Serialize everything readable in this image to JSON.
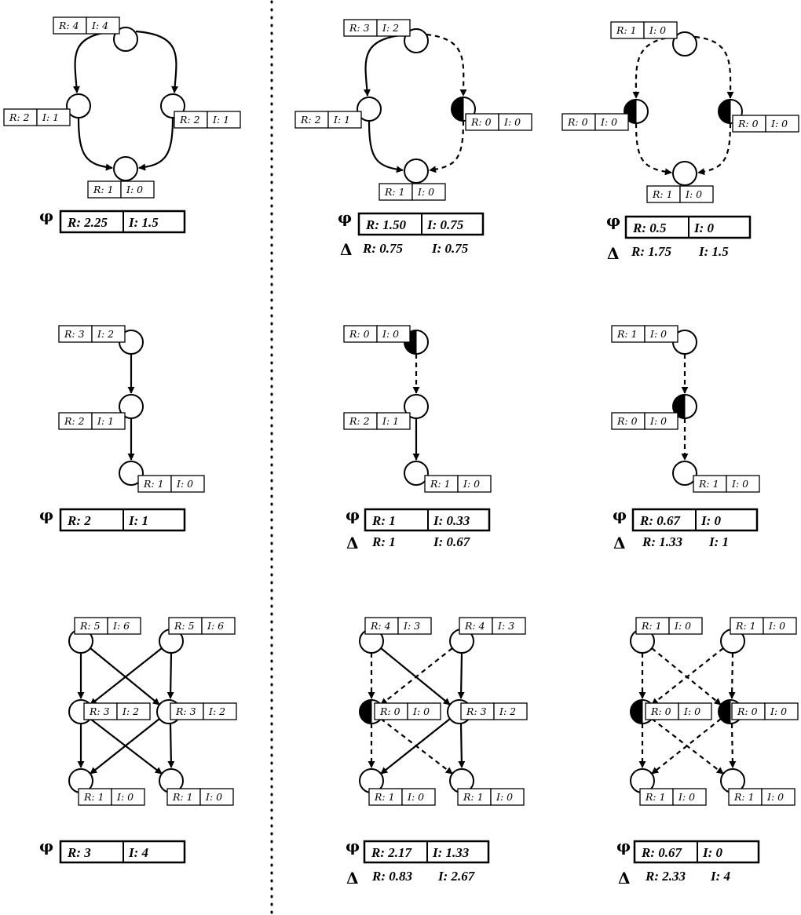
{
  "symbols": {
    "phi": "φ",
    "delta": "Δ"
  },
  "colors": {
    "ink": "#000000",
    "paper": "#ffffff"
  },
  "panels": [
    {
      "id": "cycle-original",
      "nodes": [
        {
          "r": "R: 4",
          "i": "I: 4",
          "failed": false
        },
        {
          "r": "R: 2",
          "i": "I: 1",
          "failed": false
        },
        {
          "r": "R: 2",
          "i": "I: 1",
          "failed": false
        },
        {
          "r": "R: 1",
          "i": "I: 0",
          "failed": false
        }
      ],
      "phi": {
        "r": "R: 2.25",
        "i": "I: 1.5"
      },
      "delta": null
    },
    {
      "id": "cycle-one-failed",
      "nodes": [
        {
          "r": "R: 3",
          "i": "I: 2",
          "failed": false
        },
        {
          "r": "R: 2",
          "i": "I: 1",
          "failed": false
        },
        {
          "r": "R: 0",
          "i": "I: 0",
          "failed": true
        },
        {
          "r": "R: 1",
          "i": "I: 0",
          "failed": false
        }
      ],
      "phi": {
        "r": "R: 1.50",
        "i": "I: 0.75"
      },
      "delta": {
        "r": "R: 0.75",
        "i": "I: 0.75"
      }
    },
    {
      "id": "cycle-two-failed",
      "nodes": [
        {
          "r": "R: 1",
          "i": "I: 0",
          "failed": false
        },
        {
          "r": "R: 0",
          "i": "I: 0",
          "failed": true
        },
        {
          "r": "R: 0",
          "i": "I: 0",
          "failed": true
        },
        {
          "r": "R: 1",
          "i": "I: 0",
          "failed": false
        }
      ],
      "phi": {
        "r": "R: 0.5",
        "i": "I: 0"
      },
      "delta": {
        "r": "R: 1.75",
        "i": "I: 1.5"
      }
    },
    {
      "id": "chain-original",
      "nodes": [
        {
          "r": "R: 3",
          "i": "I: 2",
          "failed": false
        },
        {
          "r": "R: 2",
          "i": "I: 1",
          "failed": false
        },
        {
          "r": "R: 1",
          "i": "I: 0",
          "failed": false
        }
      ],
      "phi": {
        "r": "R: 2",
        "i": "I: 1"
      },
      "delta": null
    },
    {
      "id": "chain-top-failed",
      "nodes": [
        {
          "r": "R: 0",
          "i": "I: 0",
          "failed": true
        },
        {
          "r": "R: 2",
          "i": "I: 1",
          "failed": false
        },
        {
          "r": "R: 1",
          "i": "I: 0",
          "failed": false
        }
      ],
      "phi": {
        "r": "R: 1",
        "i": "I: 0.33"
      },
      "delta": {
        "r": "R: 1",
        "i": "I: 0.67"
      }
    },
    {
      "id": "chain-middle-failed",
      "nodes": [
        {
          "r": "R: 1",
          "i": "I: 0",
          "failed": false
        },
        {
          "r": "R: 0",
          "i": "I: 0",
          "failed": true
        },
        {
          "r": "R: 1",
          "i": "I: 0",
          "failed": false
        }
      ],
      "phi": {
        "r": "R: 0.67",
        "i": "I: 0"
      },
      "delta": {
        "r": "R: 1.33",
        "i": "I: 1"
      }
    },
    {
      "id": "lattice-original",
      "nodes": [
        {
          "r": "R: 5",
          "i": "I: 6",
          "failed": false
        },
        {
          "r": "R: 5",
          "i": "I: 6",
          "failed": false
        },
        {
          "r": "R: 3",
          "i": "I: 2",
          "failed": false
        },
        {
          "r": "R: 3",
          "i": "I: 2",
          "failed": false
        },
        {
          "r": "R: 1",
          "i": "I: 0",
          "failed": false
        },
        {
          "r": "R: 1",
          "i": "I: 0",
          "failed": false
        }
      ],
      "phi": {
        "r": "R: 3",
        "i": "I: 4"
      },
      "delta": null
    },
    {
      "id": "lattice-one-failed",
      "nodes": [
        {
          "r": "R: 4",
          "i": "I: 3",
          "failed": false
        },
        {
          "r": "R: 4",
          "i": "I: 3",
          "failed": false
        },
        {
          "r": "R: 0",
          "i": "I: 0",
          "failed": true
        },
        {
          "r": "R: 3",
          "i": "I: 2",
          "failed": false
        },
        {
          "r": "R: 1",
          "i": "I: 0",
          "failed": false
        },
        {
          "r": "R: 1",
          "i": "I: 0",
          "failed": false
        }
      ],
      "phi": {
        "r": "R: 2.17",
        "i": "I: 1.33"
      },
      "delta": {
        "r": "R: 0.83",
        "i": "I: 2.67"
      }
    },
    {
      "id": "lattice-two-failed",
      "nodes": [
        {
          "r": "R: 1",
          "i": "I: 0",
          "failed": false
        },
        {
          "r": "R: 1",
          "i": "I: 0",
          "failed": false
        },
        {
          "r": "R: 0",
          "i": "I: 0",
          "failed": true
        },
        {
          "r": "R: 0",
          "i": "I: 0",
          "failed": true
        },
        {
          "r": "R: 1",
          "i": "I: 0",
          "failed": false
        },
        {
          "r": "R: 1",
          "i": "I: 0",
          "failed": false
        }
      ],
      "phi": {
        "r": "R: 0.67",
        "i": "I: 0"
      },
      "delta": {
        "r": "R: 2.33",
        "i": "I: 4"
      }
    }
  ]
}
